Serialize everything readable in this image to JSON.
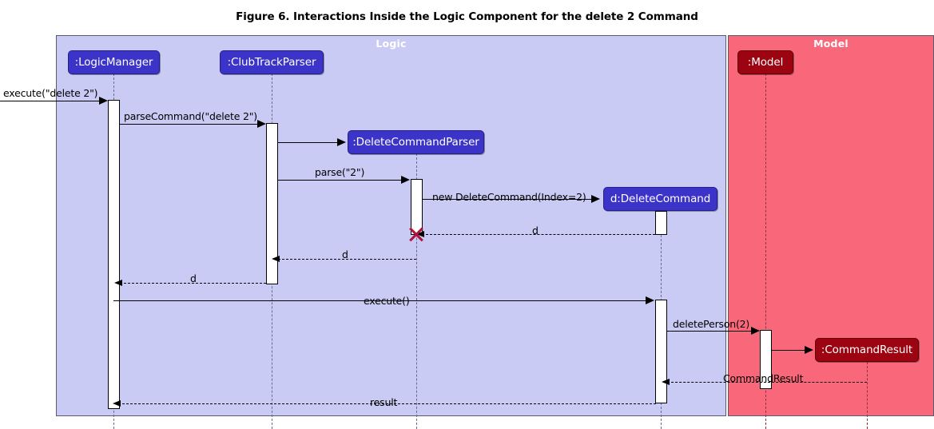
{
  "figure": {
    "title": "Figure 6. Interactions Inside the Logic Component for the delete 2 Command"
  },
  "frames": [
    {
      "name": "logic",
      "label": "Logic",
      "color": "#c9cbf5"
    },
    {
      "name": "model",
      "label": "Model",
      "color": "#f9687a"
    }
  ],
  "participants": [
    {
      "name": "logic-manager",
      "label": ":LogicManager",
      "color": "#3c34c8"
    },
    {
      "name": "club-track-parser",
      "label": ":ClubTrackParser",
      "color": "#3c34c8"
    },
    {
      "name": "delete-command-parser",
      "label": ":DeleteCommandParser",
      "color": "#3c34c8"
    },
    {
      "name": "delete-command",
      "label": "d:DeleteCommand",
      "color": "#3c34c8"
    },
    {
      "name": "model",
      "label": ":Model",
      "color": "#9c0411"
    },
    {
      "name": "command-result",
      "label": ":CommandResult",
      "color": "#9c0411"
    }
  ],
  "messages": [
    {
      "name": "execute-delete-2",
      "label": "execute(\"delete 2\")",
      "kind": "call"
    },
    {
      "name": "parse-command",
      "label": "parseCommand(\"delete 2\")",
      "kind": "call"
    },
    {
      "name": "create-delete-command-parser",
      "label": "",
      "kind": "create"
    },
    {
      "name": "parse-2",
      "label": "parse(\"2\")",
      "kind": "call"
    },
    {
      "name": "new-delete-command",
      "label": "new DeleteCommand(Index=2)",
      "kind": "create"
    },
    {
      "name": "return-d-from-command",
      "label": "d",
      "kind": "return"
    },
    {
      "name": "return-d-from-parser",
      "label": "d",
      "kind": "return"
    },
    {
      "name": "return-d-to-manager",
      "label": "d",
      "kind": "return"
    },
    {
      "name": "execute",
      "label": "execute()",
      "kind": "call"
    },
    {
      "name": "delete-person",
      "label": "deletePerson(2)",
      "kind": "call"
    },
    {
      "name": "create-command-result",
      "label": "",
      "kind": "create"
    },
    {
      "name": "return-command-result",
      "label": "CommandResult",
      "kind": "return"
    },
    {
      "name": "return-result",
      "label": "result",
      "kind": "return"
    }
  ]
}
